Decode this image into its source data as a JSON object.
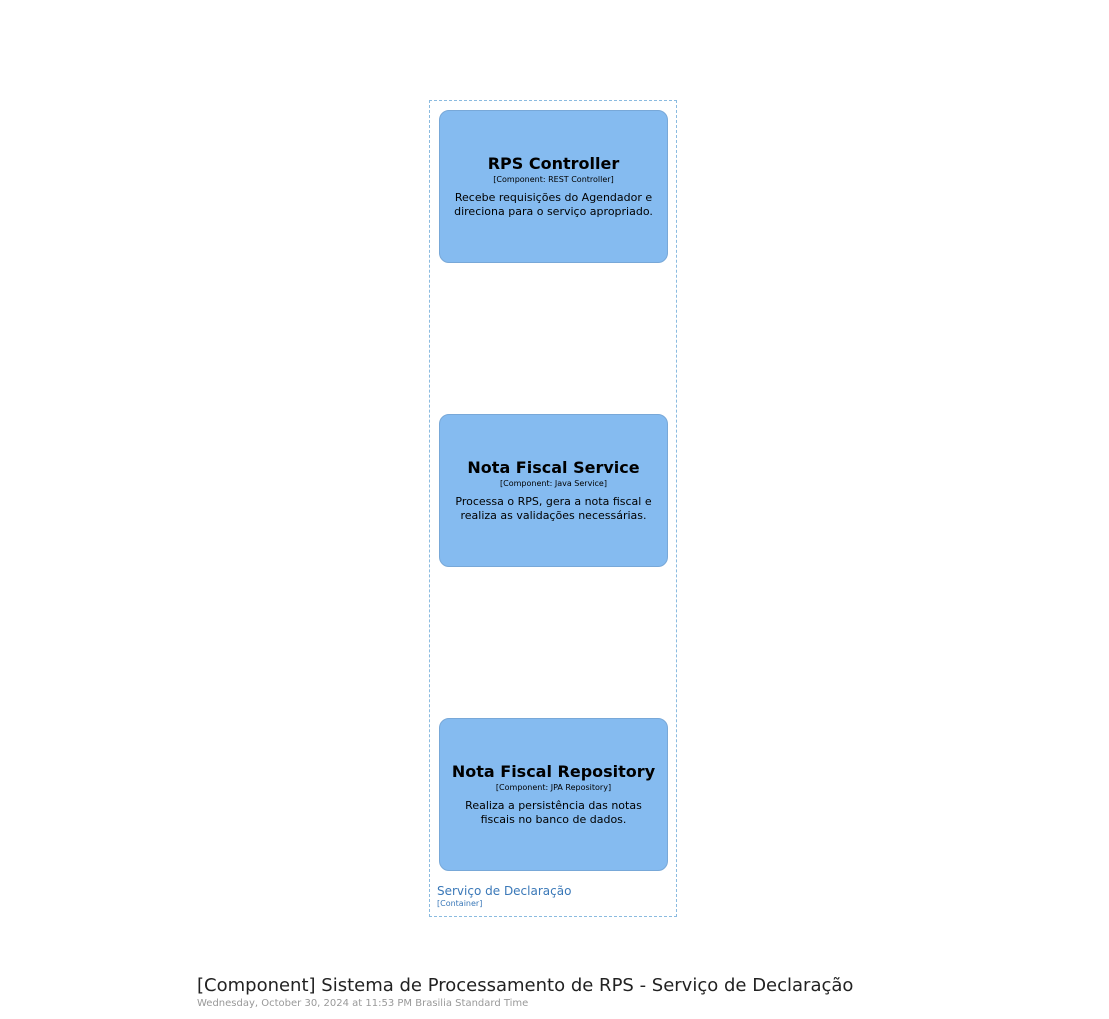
{
  "boundary": {
    "name": "Serviço de Declaração",
    "type": "[Container]"
  },
  "components": [
    {
      "name": "RPS Controller",
      "type": "[Component: REST Controller]",
      "description": "Recebe requisições do Agendador e direciona para o serviço apropriado."
    },
    {
      "name": "Nota Fiscal Service",
      "type": "[Component: Java Service]",
      "description": "Processa o RPS, gera a nota fiscal e realiza as validações necessárias."
    },
    {
      "name": "Nota Fiscal Repository",
      "type": "[Component: JPA Repository]",
      "description": "Realiza a persistência das notas fiscais no banco de dados."
    }
  ],
  "diagram": {
    "title": "[Component] Sistema de Processamento de RPS - Serviço de Declaração",
    "date": "Wednesday, October 30, 2024 at 11:53 PM Brasilia Standard Time"
  },
  "colors": {
    "component_fill": "#85bbf0",
    "boundary_stroke": "#8bbbe0",
    "boundary_label": "#3a78b8"
  }
}
